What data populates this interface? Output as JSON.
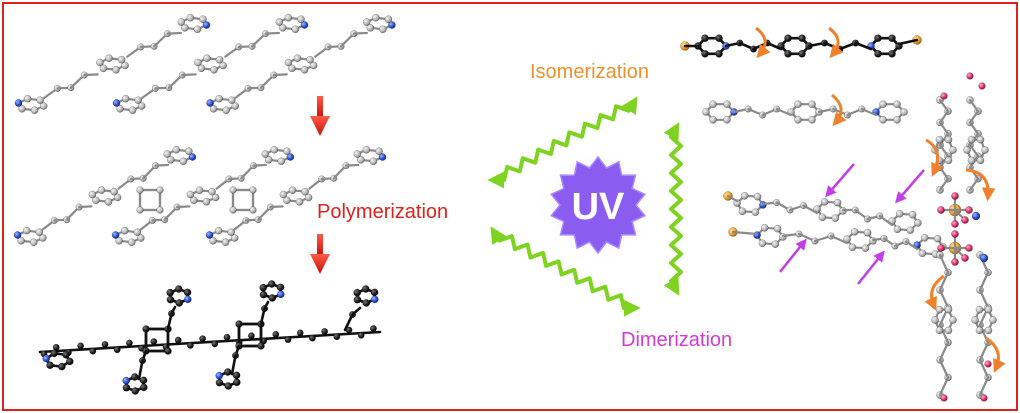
{
  "labels": {
    "center": "UV",
    "polymerization": "Polymerization",
    "isomerization": "Isomerization",
    "dimerization": "Dimerization"
  },
  "colors": {
    "frame": "#e0201a",
    "polymerization": "#e0201a",
    "isomerization": "#f0902a",
    "dimerization": "#d23ad6",
    "uv_star": "#8a5cf0",
    "uv_glow": "#c9b6ff",
    "wavy_arrow": "#7ed321",
    "red_arrow": "#e0201a",
    "purple_arrow": "#c23ee8",
    "rotation_arrow": "#f0802a",
    "carbon_gray": "#b9b9b9",
    "carbon_black": "#111111",
    "nitrogen": "#2850d8",
    "oxygen": "#e0306a",
    "metal": "#f0a020"
  },
  "icons": [
    "uv-star-icon",
    "wavy-arrow-icon",
    "down-arrow-icon",
    "rotation-arrow-icon",
    "diagonal-arrow-icon"
  ]
}
